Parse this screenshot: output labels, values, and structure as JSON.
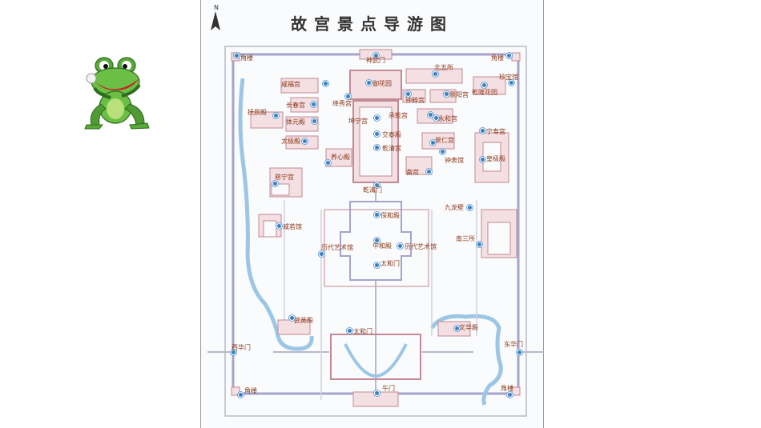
{
  "map": {
    "title": "故宫景点导游图",
    "compass": "N",
    "colors": {
      "wall": "#a7a3cb",
      "building_fill": "#f4dfe3",
      "building_stroke": "#c28a96",
      "water": "#9cc6e6",
      "road": "#b9b9c8",
      "marker": "#3a7fc0",
      "label": "#8b3a1b"
    },
    "places": [
      "角楼",
      "神武门",
      "角楼",
      "北五所",
      "咸福宫",
      "御花园",
      "珍宝馆",
      "长春宫",
      "绛秀宫",
      "钟粹宫",
      "景阳宫",
      "乾隆花园",
      "抚辰殿",
      "承乾宫",
      "永和宫",
      "体元殿",
      "坤宁宫",
      "交泰殿",
      "宁寿宫",
      "太极殿",
      "乾清宫",
      "景仁宫",
      "养心殿",
      "钟表馆",
      "皇极殿",
      "斋宫",
      "慈宁宫",
      "乾清门",
      "九龙壁",
      "保和殿",
      "咸若馆",
      "南三所",
      "历代艺术馆",
      "中和殿",
      "历代艺术馆",
      "太和门",
      "武英殿",
      "文华殿",
      "太和门",
      "西华门",
      "东华门",
      "角楼",
      "午门",
      "角楼"
    ]
  }
}
